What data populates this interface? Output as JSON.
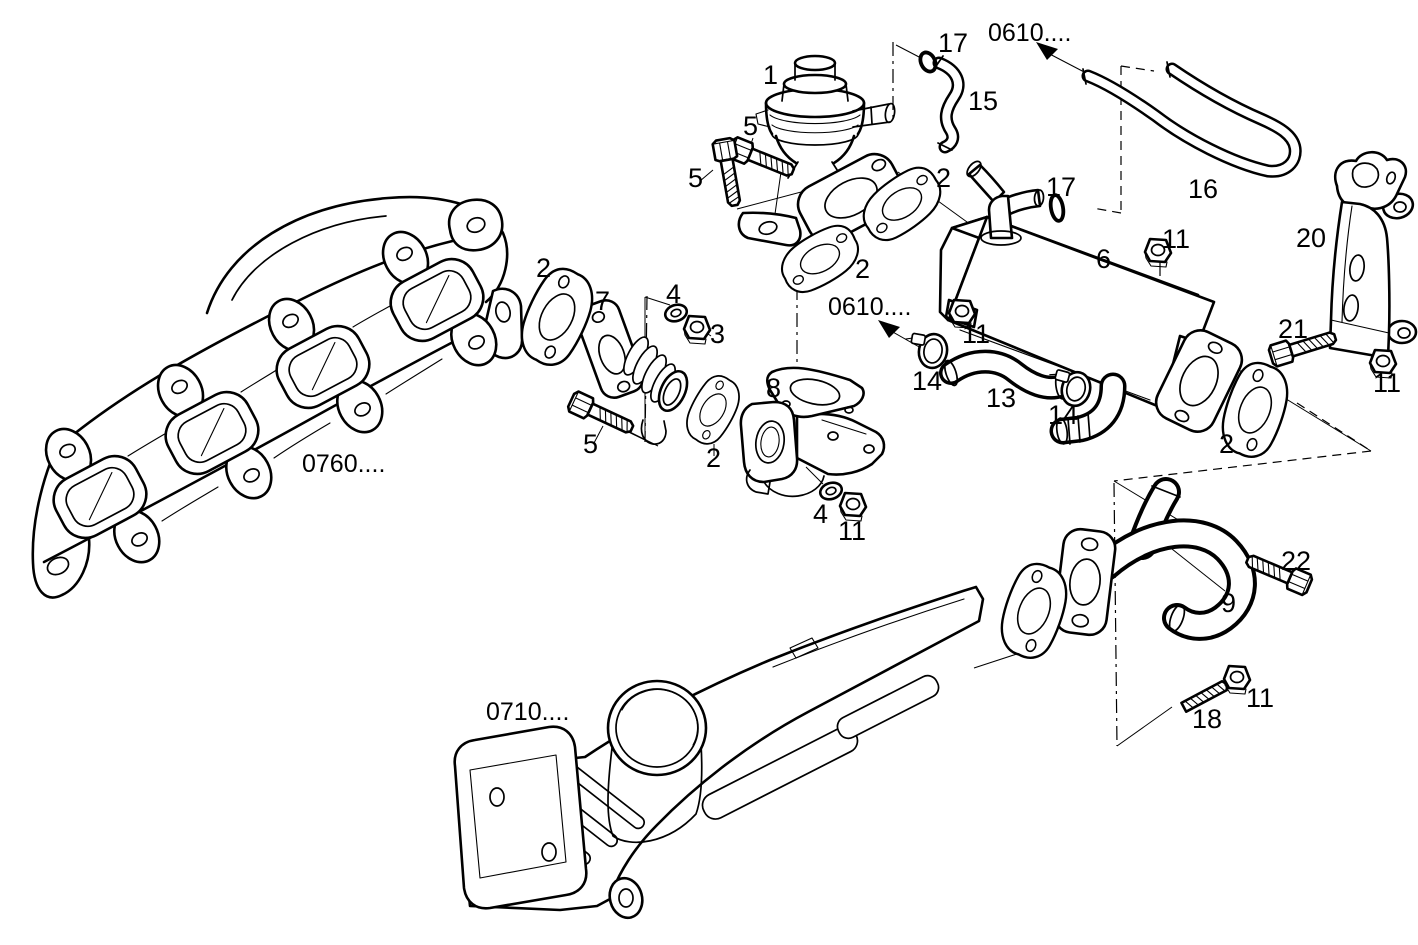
{
  "diagram": {
    "background_color": "#ffffff",
    "line_color": "#000000",
    "callouts": [
      {
        "label": "1",
        "part": "egr-valve"
      },
      {
        "label": "5",
        "part": "bolt"
      },
      {
        "label": "5",
        "part": "bolt"
      },
      {
        "label": "17",
        "part": "clip"
      },
      {
        "label": "0610....",
        "part": "ref-group"
      },
      {
        "label": "15",
        "part": "hose"
      },
      {
        "label": "2",
        "part": "gasket"
      },
      {
        "label": "17",
        "part": "o-ring"
      },
      {
        "label": "16",
        "part": "pipe"
      },
      {
        "label": "20",
        "part": "bracket"
      },
      {
        "label": "11",
        "part": "nut"
      },
      {
        "label": "6",
        "part": "egr-cooler"
      },
      {
        "label": "2",
        "part": "gasket"
      },
      {
        "label": "0610....",
        "part": "ref-group"
      },
      {
        "label": "2",
        "part": "gasket"
      },
      {
        "label": "7",
        "part": "adapter"
      },
      {
        "label": "4",
        "part": "washer"
      },
      {
        "label": "3",
        "part": "nut"
      },
      {
        "label": "5",
        "part": "bolt"
      },
      {
        "label": "2",
        "part": "gasket"
      },
      {
        "label": "8",
        "part": "elbow-housing"
      },
      {
        "label": "14",
        "part": "clamp"
      },
      {
        "label": "13",
        "part": "hose"
      },
      {
        "label": "14",
        "part": "clamp"
      },
      {
        "label": "4",
        "part": "washer"
      },
      {
        "label": "11",
        "part": "nut"
      },
      {
        "label": "11",
        "part": "nut"
      },
      {
        "label": "2",
        "part": "gasket"
      },
      {
        "label": "21",
        "part": "bolt"
      },
      {
        "label": "11",
        "part": "nut"
      },
      {
        "label": "9",
        "part": "pipe"
      },
      {
        "label": "22",
        "part": "bolt"
      },
      {
        "label": "18",
        "part": "stud"
      },
      {
        "label": "11",
        "part": "nut"
      },
      {
        "label": "0710....",
        "part": "intake-manifold"
      },
      {
        "label": "0760....",
        "part": "exhaust-manifold"
      }
    ]
  }
}
